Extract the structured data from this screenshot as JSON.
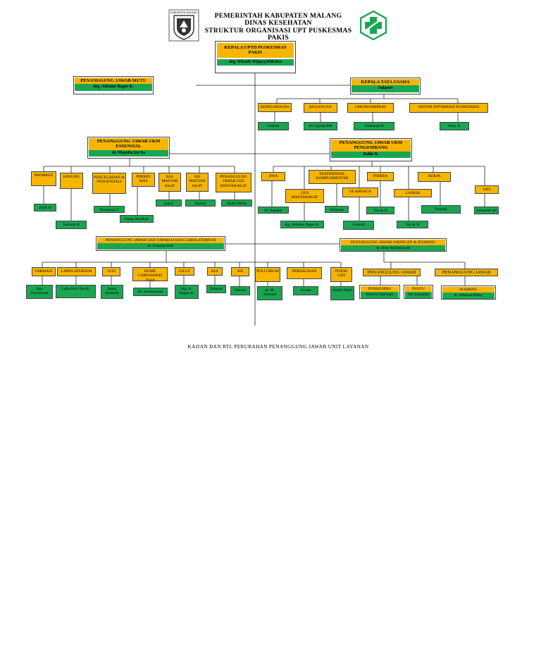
{
  "header": {
    "line1": "PEMERINTAH KABUPATEN MALANG",
    "line2": "DINAS KESEHATAN",
    "line3": "STRUKTUR ORGANISASI UPT PUSKESMAS PAKIS",
    "seal_text": "KABUPATEN MALANG"
  },
  "top": {
    "title": "KEPALA UPTD PUSKESMAS PAKIS",
    "name": "drg. Wiwiek Wijaya,MM.Kes"
  },
  "mutu": {
    "title": "PENANGGUNG JAWAB MUTU",
    "name": "drg. Adriane Bagus K."
  },
  "tata_usaha": {
    "title": "KEPALA TATA USAHA",
    "name": "Sulastri",
    "units": [
      {
        "title": "KEPEGAWAIAN",
        "name": "Sulastri"
      },
      {
        "title": "KEUANGAN",
        "name": "Sri Agung RM"
      },
      {
        "title": "UMUM/SARPRAS",
        "name": "Tamenum B"
      },
      {
        "title": "SISTEM INFORMASI PUSKESMAS",
        "name": "Anny A."
      }
    ]
  },
  "ukm_esensial": {
    "title": "PENANGGUNG JAWAB UKM ESSENSIAL",
    "name": "dr. Mayrita Ira'ita",
    "units": [
      {
        "title": "PROMKES",
        "name": "Dolli H"
      },
      {
        "title": "KESLING",
        "name": "Yulianto R"
      },
      {
        "title": "PENCEGAHAN & PENGENDALI",
        "name": "Yuastavon F"
      },
      {
        "title": "PERKES MAS",
        "name": "Inang Sholikah"
      },
      {
        "title": "KIA MASYAR AKAT",
        "name": "Suriri"
      },
      {
        "title": "KB MASYAR AKAT",
        "name": "Mariah"
      },
      {
        "title": "PENANGGUNG JAWAB GIZI MASYARAKAT",
        "name": "Abdul Makit"
      }
    ]
  },
  "ukm_pengembang": {
    "title": "PENANGGUNG JAWAB UKM PENGEMBANG",
    "name": "Dalik H.",
    "units": [
      {
        "title": "JIWA",
        "name": "M. Bangkit"
      },
      {
        "title": "GIGI MASYARAKAT",
        "name": "drg. Adriane Bagus K."
      },
      {
        "title": "TRADISIONAL KOMPLEMENTER",
        "name": "Sukemat"
      },
      {
        "title": "OLAHRAGA",
        "name": "Sunardi"
      },
      {
        "title": "INDERA",
        "name": "Yayuk H"
      },
      {
        "title": "LANSIA",
        "name": "Yayuk H"
      },
      {
        "title": "KERJA",
        "name": "Sunardi"
      },
      {
        "title": "UKS",
        "name": "Jumariati Sri"
      }
    ]
  },
  "ukp": {
    "title": "PENANGGUNG JAWAB UKP, FARMASI DAN LABOLATORIUM",
    "name": "dr. Kusuma Hati",
    "units": [
      {
        "title": "FARMASI",
        "name": "Ega Kurniawati"
      },
      {
        "title": "LABOLATORIUM",
        "name": "Laila Putri Eka R."
      },
      {
        "title": "UGD",
        "name": "Inang Sholikah"
      },
      {
        "title": "HOME CARE/RAWAT INAP",
        "name": "M. Rachmawan"
      },
      {
        "title": "GILUT",
        "name": "drg. A. Bagus K."
      },
      {
        "title": "KIA",
        "name": "Sumiati"
      },
      {
        "title": "KB",
        "name": "Mariah"
      },
      {
        "title": "POLI UMUM",
        "name": "dr. M. Achmad"
      },
      {
        "title": "PERSALINAN",
        "name": "Suriati"
      },
      {
        "title": "POJOK GIZI",
        "name": "Abdul Makit"
      }
    ]
  },
  "jaringan": {
    "title": "PENANGGUNG JAWAB JARINGAN & JEJARING",
    "name": "dr. Desy Rachmawati",
    "pj1": "PENANGGUNG JAWAB",
    "pj2": "PENANGGUNG JAWAB",
    "units": [
      {
        "title": "PONKESDES",
        "name": "Khoirul Qotimah"
      },
      {
        "title": "PUSTU",
        "name": "Siti Zubaidah"
      },
      {
        "title": "JEJARING",
        "name": "dr. Fahmud Hilmy"
      }
    ]
  },
  "footer": "KAJIAN DAN RTL PERUBAHAN PENANGGUNG JAWAB UNIT LAYANAN",
  "colors": {
    "orange": "#f7b500",
    "green": "#19a653"
  }
}
